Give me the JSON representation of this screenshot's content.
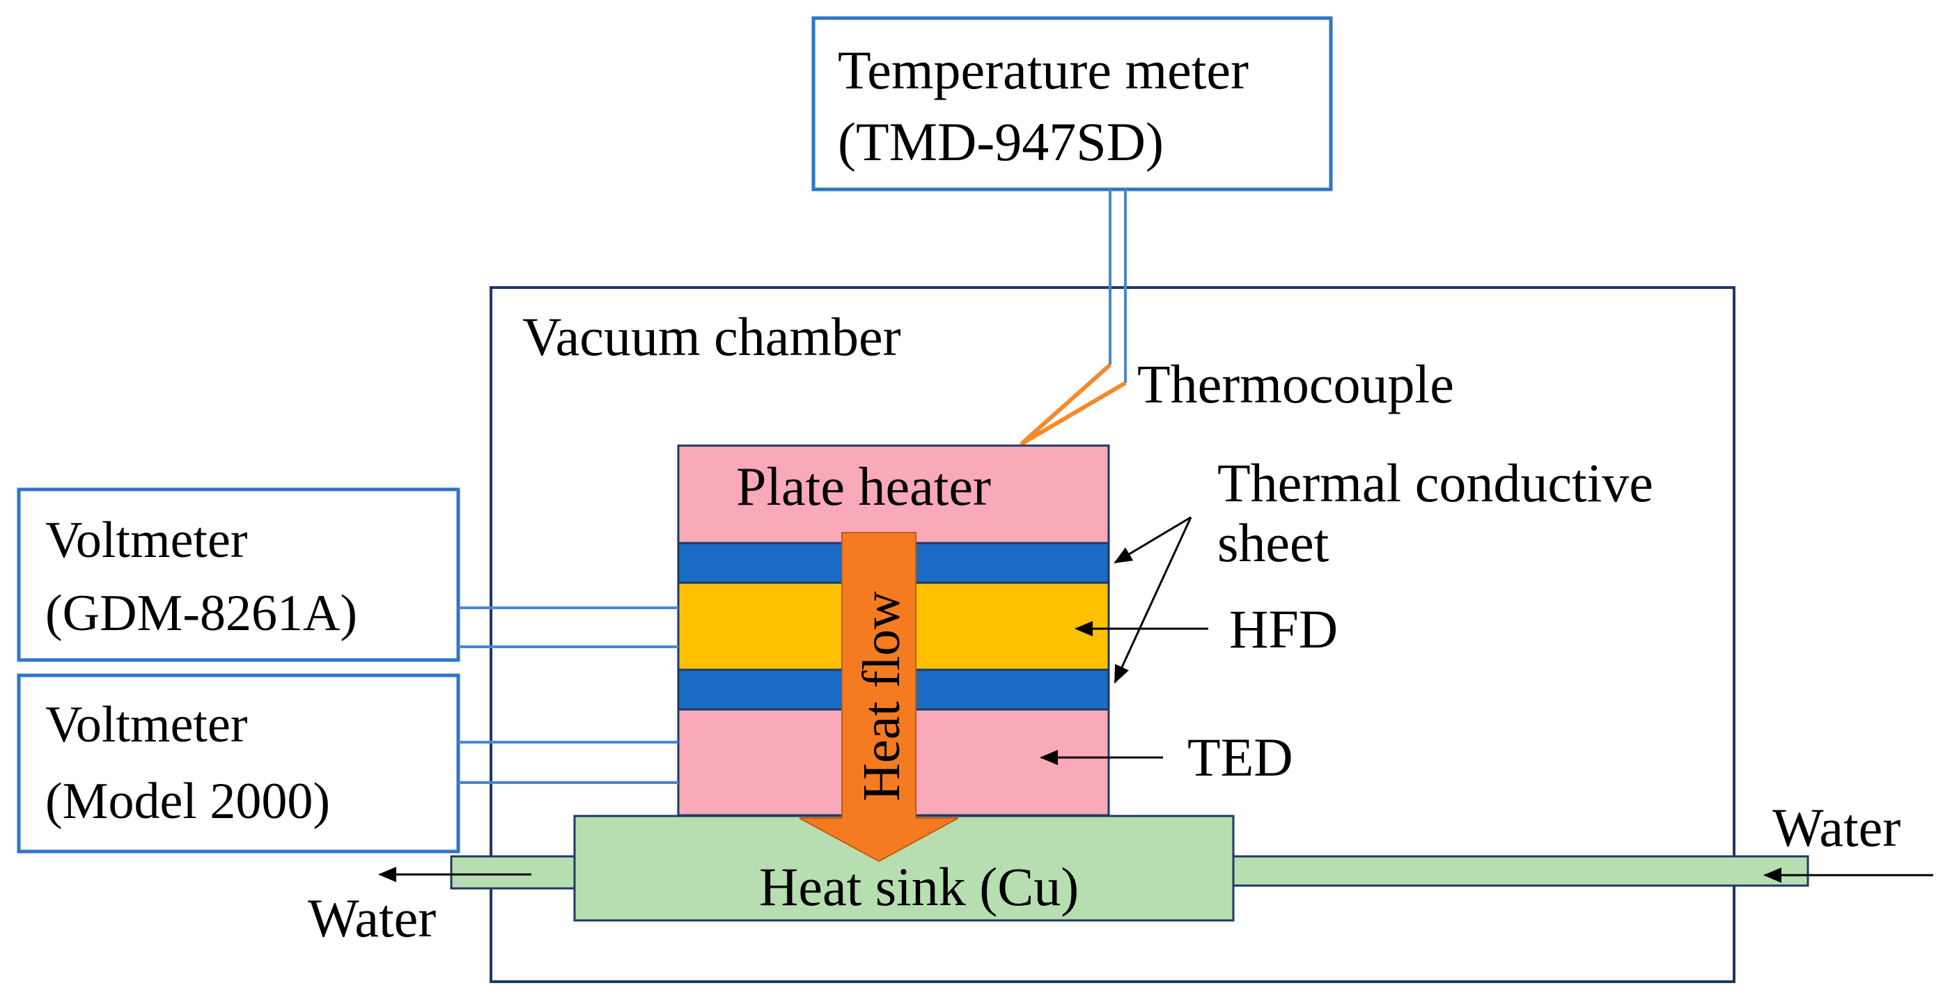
{
  "colors": {
    "instrument_border": "#2E75C8",
    "chamber_border": "#1F3864",
    "pink": "#F9A9B7",
    "sheet_blue": "#1A6BC4",
    "hfd_yellow": "#FFC000",
    "heat_sink_green": "#B7DEB1",
    "heat_flow_arrow": "#F47B20",
    "thermocouple_orange": "#F58A2A",
    "wire_blue": "#4A86D0"
  },
  "instruments": {
    "temperature_meter": {
      "line1": "Temperature meter",
      "line2": "(TMD-947SD)"
    },
    "voltmeter_1": {
      "line1": "Voltmeter",
      "line2": "(GDM-8261A)"
    },
    "voltmeter_2": {
      "line1": "Voltmeter",
      "line2": "(Model 2000)"
    }
  },
  "labels": {
    "vacuum_chamber": "Vacuum chamber",
    "thermocouple": "Thermocouple",
    "plate_heater": "Plate heater",
    "thermal_sheet_line1": "Thermal conductive",
    "thermal_sheet_line2": "sheet",
    "hfd": "HFD",
    "ted": "TED",
    "heat_flow": "Heat flow",
    "heat_sink": "Heat sink (Cu)",
    "water_in": "Water",
    "water_out": "Water"
  }
}
